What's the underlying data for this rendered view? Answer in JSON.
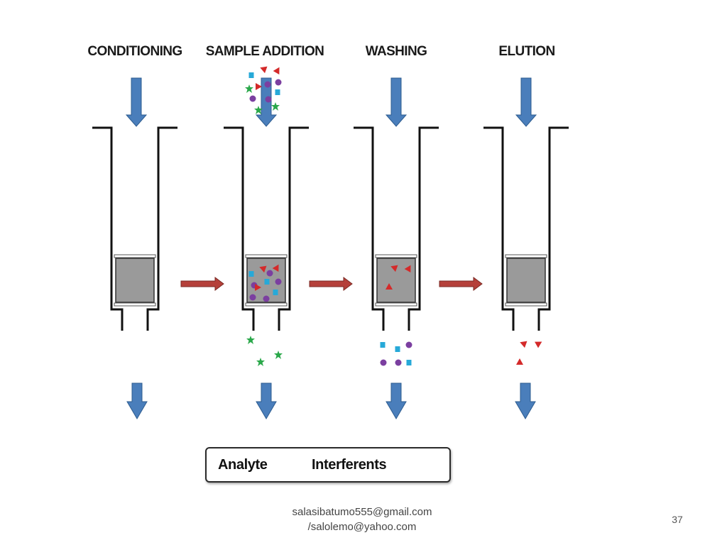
{
  "steps": [
    {
      "title": "CONDITIONING"
    },
    {
      "title": "SAMPLE ADDITION"
    },
    {
      "title": "WASHING"
    },
    {
      "title": "ELUTION"
    }
  ],
  "legend": {
    "analyte_label": "Analyte",
    "interferents_label": "Interferents"
  },
  "footer": {
    "email_line1": "salasibatumo555@gmail.com",
    "email_line2": "/salolemo@yahoo.com",
    "page_number": "37"
  },
  "colors": {
    "flow_arrow": "#4a7ebb",
    "step_arrow": "#b5403a",
    "sorbent": "#9a9a9a",
    "analyte": "#d42a2a",
    "interferent_square": "#27a9d8",
    "interferent_circle": "#7b3fa0",
    "interferent_star": "#2aa84a"
  }
}
